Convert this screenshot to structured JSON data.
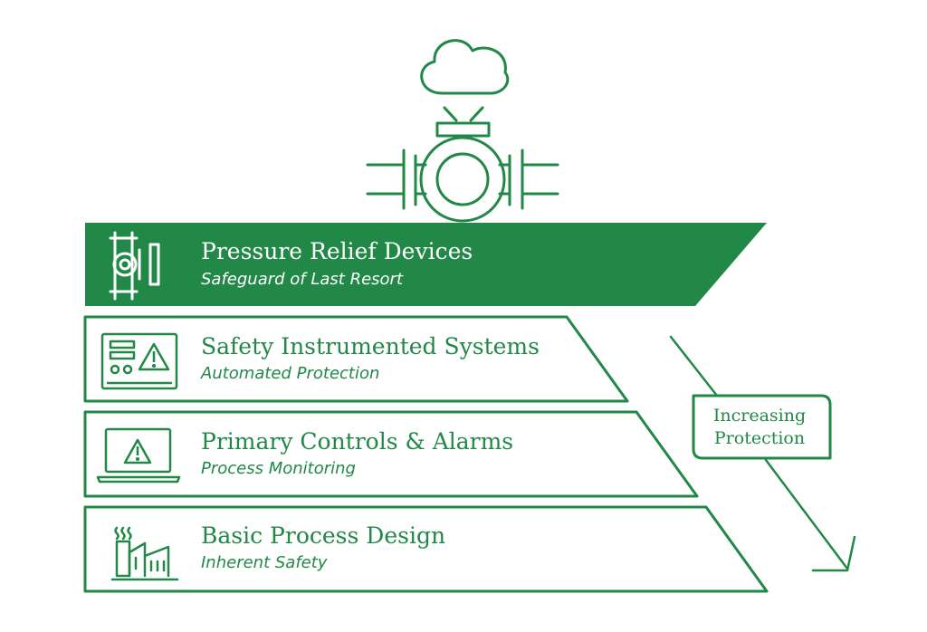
{
  "colors": {
    "accent": "#228848",
    "background": "#ffffff",
    "inverse_text": "#ffffff"
  },
  "top_icon": "pressure-relief-valve-with-steam-icon",
  "layers": [
    {
      "title": "Pressure Relief Devices",
      "subtitle": "Safeguard of Last Resort",
      "icon": "relief-valve-icon",
      "filled": true
    },
    {
      "title": "Safety Instrumented Systems",
      "subtitle": "Automated Protection",
      "icon": "control-panel-warning-icon",
      "filled": false
    },
    {
      "title": "Primary Controls & Alarms",
      "subtitle": "Process Monitoring",
      "icon": "laptop-warning-icon",
      "filled": false
    },
    {
      "title": "Basic Process Design",
      "subtitle": "Inherent Safety",
      "icon": "factory-icon",
      "filled": false
    }
  ],
  "arrow": {
    "line1": "Increasing",
    "line2": "Protection"
  }
}
